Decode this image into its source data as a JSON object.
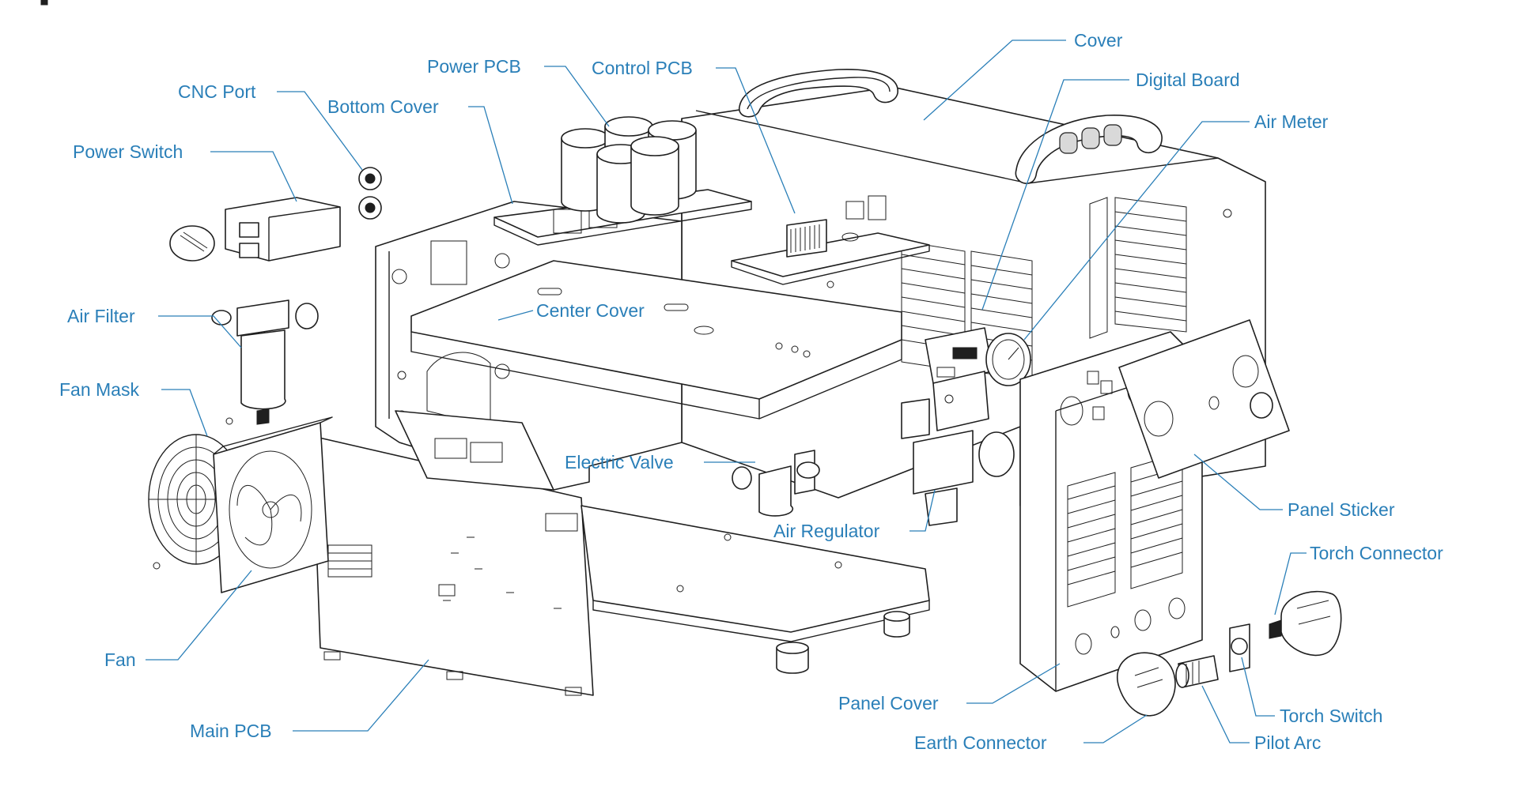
{
  "labels": {
    "cover": "Cover",
    "digital_board": "Digital Board",
    "air_meter": "Air Meter",
    "control_pcb": "Control PCB",
    "power_pcb": "Power PCB",
    "bottom_cover": "Bottom Cover",
    "cnc_port": "CNC Port",
    "power_switch": "Power Switch",
    "air_filter": "Air Filter",
    "center_cover": "Center Cover",
    "fan_mask": "Fan Mask",
    "electric_valve": "Electric Valve",
    "air_regulator": "Air Regulator",
    "panel_sticker": "Panel Sticker",
    "torch_connector": "Torch Connector",
    "fan": "Fan",
    "panel_cover": "Panel Cover",
    "torch_switch": "Torch Switch",
    "main_pcb": "Main PCB",
    "earth_connector": "Earth Connector",
    "pilot_arc": "Pilot Arc"
  },
  "colors": {
    "label": "#2a7fb8",
    "ink": "#1f1f1f",
    "background": "#ffffff"
  }
}
